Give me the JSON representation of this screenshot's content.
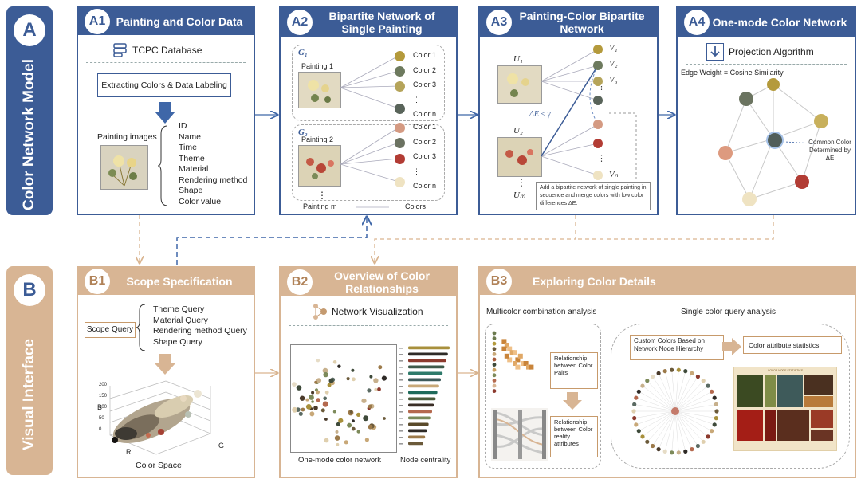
{
  "section_a": {
    "letter": "A",
    "title": "Color Network Model"
  },
  "section_b": {
    "letter": "B",
    "title": "Visual Interface"
  },
  "a1": {
    "badge": "A1",
    "title": "Painting and Color Data",
    "db_label": "TCPC Database",
    "extract_label": "Extracting Colors & Data Labeling",
    "images_label": "Painting images",
    "attributes": [
      "ID",
      "Name",
      "Time",
      "Theme",
      "Material",
      "Rendering method",
      "Shape",
      "Color value"
    ]
  },
  "a2": {
    "badge": "A2",
    "title": "Bipartite Network of Single Painting",
    "g1": "G₁",
    "g2": "G₂",
    "painting1": "Painting 1",
    "painting2": "Painting 2",
    "colors1": [
      "Color 1",
      "Color 2",
      "Color 3",
      "⋮",
      "Color n"
    ],
    "colors2": [
      "Color 1",
      "Color 2",
      "Color 3",
      "⋮",
      "Color n"
    ],
    "vdots": "⋮",
    "painting_m": "Painting m",
    "colors_label": "Colors"
  },
  "a3": {
    "badge": "A3",
    "title": "Painting-Color Bipartite Network",
    "u1": "U₁",
    "u2": "U₂",
    "um": "Uₘ",
    "udots": "⋮",
    "v_labels": [
      "V₁",
      "V₂",
      "V₃",
      "Vₙ"
    ],
    "delta": "ΔE ≤ γ",
    "note": "Add a bipartite network of single painting in sequence and merge colors with low color differences ΔE."
  },
  "a4": {
    "badge": "A4",
    "title": "One-mode Color Network",
    "algo_label": "Projection Algorithm",
    "edge_weight": "Edge Weight = Cosine Similarity",
    "common_color": "Common Color Determined by ΔE"
  },
  "b1": {
    "badge": "B1",
    "title": "Scope Specification",
    "scope_query": "Scope Query",
    "queries": [
      "Theme Query",
      "Material Query",
      "Rendering method Query",
      "Shape Query"
    ],
    "axis_b": "B",
    "axis_r": "R",
    "axis_g": "G",
    "ticks": [
      "200",
      "150",
      "100",
      "50",
      "0"
    ],
    "color_space": "Color Space"
  },
  "b2": {
    "badge": "B2",
    "title": "Overview of Color Relationships",
    "network_vis": "Network Visualization",
    "onemode_label": "One-mode color network",
    "centrality_label": "Node centrality"
  },
  "b3": {
    "badge": "B3",
    "title": "Exploring Color Details",
    "multi_label": "Multicolor combination analysis",
    "single_label": "Single color query analysis",
    "pairs_label": "Relationship between Color Pairs",
    "reality_label": "Relationship between Color reality attributes",
    "custom_label": "Custom Colors Based on Network Node Hierarchy",
    "attr_stats": "Color attribute statistics",
    "treemap_title": "COLOR NODE STATISTICS"
  },
  "colors": {
    "blue": "#3c5c96",
    "tan": "#d8b594",
    "arrow_blue": "#3f67a8",
    "arrow_tan": "#d9b48f"
  }
}
